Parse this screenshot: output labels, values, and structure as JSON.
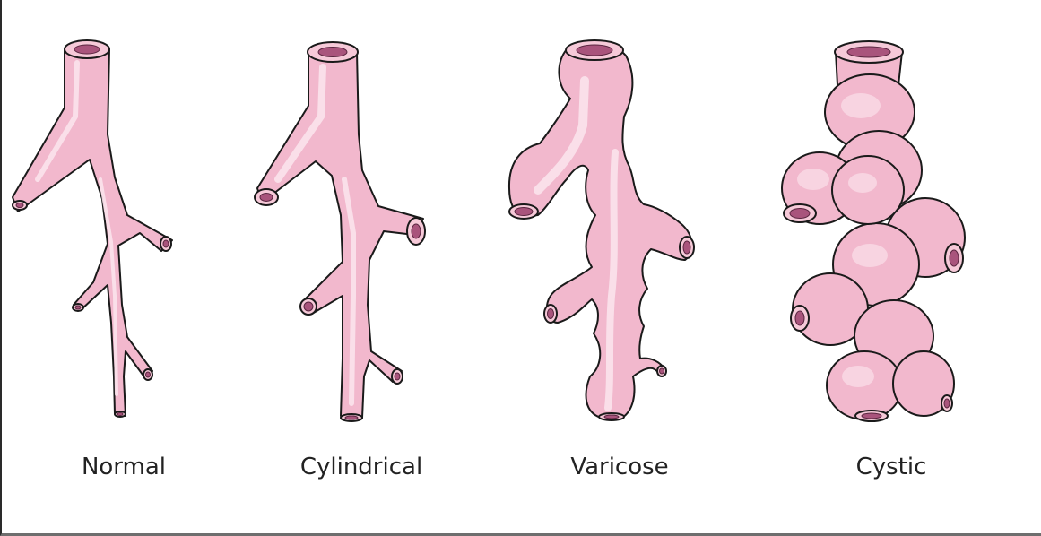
{
  "labels": {
    "normal": "Normal",
    "cylindrical": "Cylindrical",
    "varicose": "Varicose",
    "cystic": "Cystic"
  },
  "colors": {
    "tube_fill": "#f2b8cd",
    "lumen": "#a9547c",
    "outline": "#1a1a1a"
  }
}
